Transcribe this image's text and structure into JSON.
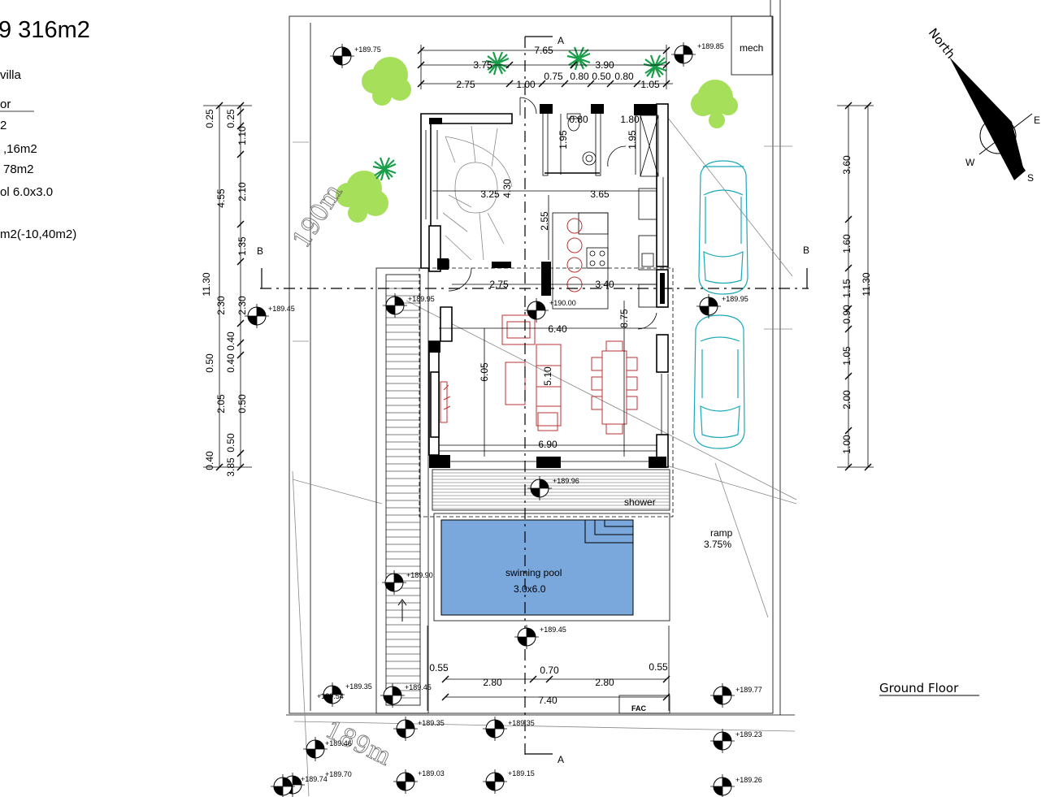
{
  "header": {
    "title": "9  316m2",
    "lines": [
      "villa",
      "or",
      "2",
      ",16m2",
      "78m2",
      "ol 6.0x3.0",
      "m2(-10,40m2)"
    ]
  },
  "drawing_title": "Ground Floor",
  "compass": {
    "north": "North",
    "east": "E",
    "west": "W",
    "south": "S"
  },
  "section_marks": {
    "a_top": "A",
    "a_bottom": "A",
    "b_left": "B",
    "b_right": "B"
  },
  "rooms": {
    "mech": "mech",
    "shower": "shower",
    "pool": "swiming pool",
    "pool_size": "3.0x6.0",
    "ramp": "ramp",
    "ramp_slope": "3.75%",
    "fac": "FAC"
  },
  "contours": {
    "top": "190m",
    "bottom": "189m"
  },
  "dims_top": [
    "7.65",
    "3.75",
    "3.90",
    "2.75",
    "1.00",
    "0.75",
    "0.80",
    "0.50",
    "0.80",
    "1.05"
  ],
  "dims_interior": [
    "1.80",
    "1.95",
    "1.95",
    "3.25",
    "4.30",
    "3.65",
    "2.55",
    "2.75",
    "3.40",
    "6.40",
    "8.75",
    "6.05",
    "5.10",
    "6.90",
    "0.80"
  ],
  "dims_bottom": [
    "0.55",
    "2.80",
    "0.70",
    "2.80",
    "0.55",
    "7.40"
  ],
  "dims_left": [
    "0.25",
    "0.25",
    "1.10",
    "4.55",
    "2.10",
    "1.35",
    "11.30",
    "2.30",
    "2.30",
    "0.40",
    "0.50",
    "0.40",
    "3.85",
    "2.05",
    "0.50",
    "0.50",
    "0.40"
  ],
  "dims_right": [
    "3.60",
    "1.60",
    "1.15",
    "11.30",
    "0.90",
    "1.05",
    "2.00",
    "1.00"
  ],
  "levels": [
    "+189.75",
    "+189.85",
    "+189.45",
    "+189.95",
    "+190.00",
    "+189.95",
    "+189.96",
    "+189.90",
    "+189.45",
    "+189.35",
    "+189.45",
    "+189.35",
    "+189.77",
    "+189.35",
    "+189.46",
    "+189.23",
    "+189.74",
    "+189.70",
    "+189.03",
    "+189.15",
    "+189.26",
    "+189.54"
  ],
  "colors": {
    "pool": "#7aa7dc",
    "car": "#1aa8b8",
    "tree": "#a6e05a",
    "palm": "#1a9e4a",
    "furniture": "#b33333"
  }
}
